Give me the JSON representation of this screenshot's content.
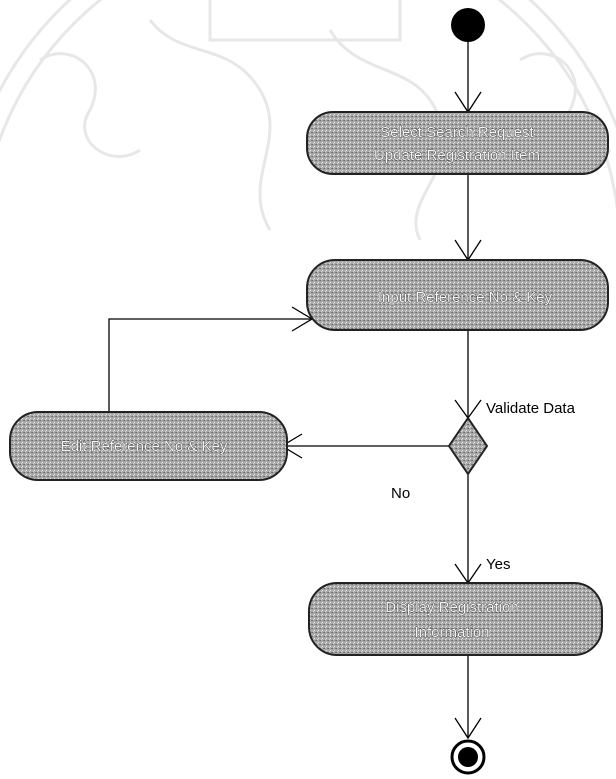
{
  "diagram": {
    "nodes": {
      "select_search": {
        "line1": "Select Search Request",
        "line2": "Update Registration Item"
      },
      "input_reference": {
        "text": "Input Reference No & Key"
      },
      "edit_reference": {
        "text": "Edit Reference No & Key"
      },
      "display_registration": {
        "line1": "Display Registration",
        "line2": "Information"
      }
    },
    "labels": {
      "validate": "Validate Data",
      "no": "No",
      "yes": "Yes"
    },
    "colors": {
      "node_fill": "#9a9a9a",
      "node_stroke": "#222222",
      "line": "#000000",
      "watermark": "#cfcfcf"
    }
  }
}
